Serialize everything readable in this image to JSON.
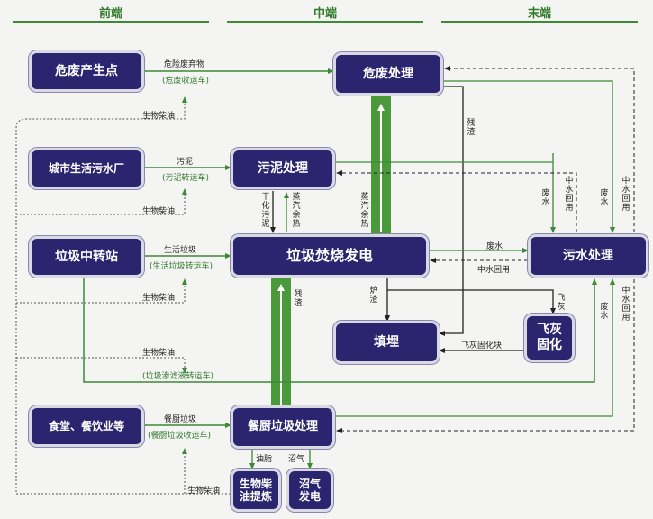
{
  "headers": {
    "front": "前端",
    "middle": "中端",
    "back": "末端"
  },
  "nodes": {
    "hazard_source": "危废产生点",
    "hazard_treat": "危废处理",
    "city_sewage": "城市生活污水厂",
    "sludge_treat": "污泥处理",
    "transfer": "垃圾中转站",
    "incineration": "垃圾焚烧发电",
    "wastewater_treat": "污水处理",
    "landfill": "填埋",
    "ash_solid": "飞灰固化",
    "canteen": "食堂、餐饮业等",
    "kitchen_treat": "餐厨垃圾处理",
    "biodiesel": "生物柴油提炼",
    "biogas": "沼气发电"
  },
  "labels": {
    "hazard_waste": "危险废弃物",
    "hazard_truck": "(危废收运车)",
    "sludge": "污泥",
    "sludge_truck": "(污泥转运车)",
    "domestic_waste": "生活垃圾",
    "domestic_truck": "(生活垃圾转运车)",
    "leachate_truck": "(垃圾渗滤液转运车)",
    "kitchen_waste": "餐厨垃圾",
    "kitchen_truck": "(餐厨垃圾收运车)",
    "biodiesel_fuel": "生物柴油",
    "residue": "残渣",
    "dried_sludge": "干化污泥",
    "steam_heat": "蒸汽余热",
    "wastewater": "废水",
    "reclaimed": "中水回用",
    "slag": "炉渣",
    "fly_ash": "飞灰",
    "fly_ash_block": "飞灰固化块",
    "oil": "油脂",
    "biogas_gas": "沼气"
  },
  "colors": {
    "node_fill": "#2b2570",
    "green": "#3c8a36",
    "header": "#2f7a2a"
  }
}
